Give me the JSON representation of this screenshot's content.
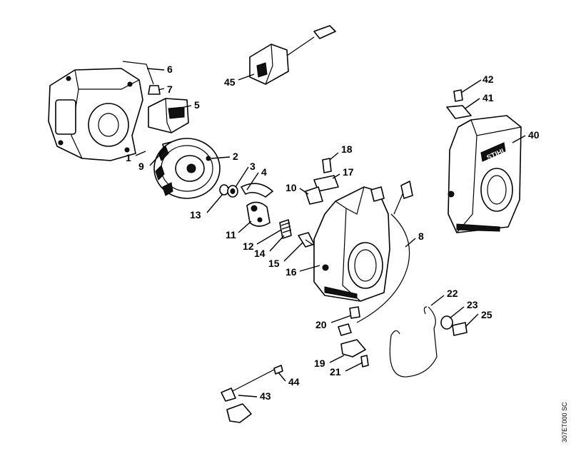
{
  "brand": "STIHL",
  "drawing_code": "307ET000 SC",
  "callouts": {
    "p1": "1",
    "p2": "2",
    "p3": "3",
    "p4": "4",
    "p5": "5",
    "p6": "6",
    "p7": "7",
    "p8": "8",
    "p9": "9",
    "p10": "10",
    "p11": "11",
    "p12": "12",
    "p13": "13",
    "p14": "14",
    "p15": "15",
    "p16": "16",
    "p17": "17",
    "p18": "18",
    "p19": "19",
    "p20": "20",
    "p21": "21",
    "p22": "22",
    "p23": "23",
    "p25": "25",
    "p40": "40",
    "p41": "41",
    "p42": "42",
    "p43": "43",
    "p44": "44",
    "p45": "45"
  }
}
